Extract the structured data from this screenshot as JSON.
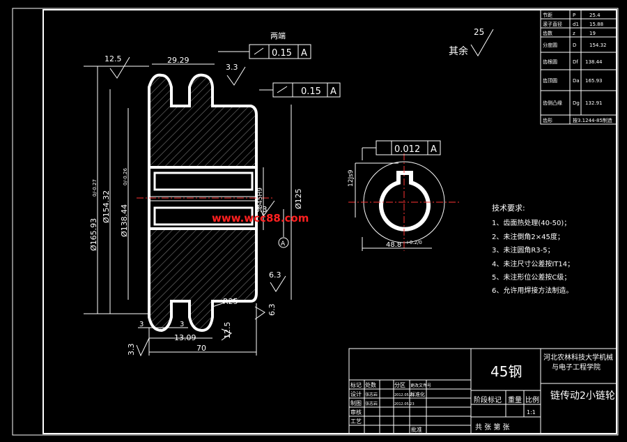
{
  "drawing": {
    "face_label": "两端",
    "runout_value_1": "0.15",
    "runout_datum_1": "A",
    "runout_value_2": "0.15",
    "runout_datum_2": "A",
    "rough_12_5": "12.5",
    "rough_3_3_top": "3.3",
    "rough_3_3_mid": "3.3",
    "rough_3_3_left": "3.3",
    "rough_6_3_right": "6.3",
    "rough_6_3_bottom": "6.3",
    "rough_25": "25",
    "rough_12_5_bottom": "12.5",
    "rest_label": "其余",
    "dim_29_29": "29.29",
    "dim_165": "Ø165.93",
    "dim_165_tol": "0/-0.27",
    "dim_154": "Ø154.32",
    "dim_138": "Ø138.44",
    "dim_138_tol": "0/-0.26",
    "dim_45H9": "Ø45H9",
    "dim_125": "Ø125",
    "dim_r25": "R25",
    "dim_3_left": "3",
    "dim_3_right": "3",
    "dim_13_09": "13.09",
    "dim_70": "70",
    "datum_a": "A",
    "key_sym_value": "0.012",
    "key_sym_datum": "A",
    "key_width": "12Js9",
    "key_depth": "48.8",
    "key_depth_tol": "+0.2/0",
    "watermark": "www.wcc88.com"
  },
  "params_table": {
    "rows": [
      {
        "name": "节距",
        "sym": "P",
        "val": "25.4"
      },
      {
        "name": "滚子直径",
        "sym": "d1",
        "val": "15.88"
      },
      {
        "name": "齿数",
        "sym": "z",
        "val": "19"
      },
      {
        "name": "分度圆",
        "sym": "D",
        "val": "154.32"
      },
      {
        "name": "齿根圆",
        "sym": "Df",
        "val": "138.44"
      },
      {
        "name": "齿顶圆",
        "sym": "Da",
        "val": "165.93"
      },
      {
        "name": "齿侧凸缘",
        "sym": "Dg",
        "val": "132.91"
      },
      {
        "name": "齿形",
        "sym": "",
        "val": "按3.1244-85制造"
      }
    ]
  },
  "tech_req": {
    "title": "技术要求:",
    "items": [
      "1、齿面热处理(40-50)；",
      "2、未注倒角2×45度；",
      "3、未注圆角R3-5；",
      "4、未注尺寸公差按IT14；",
      "5、未注形位公差按C级；",
      "6、允许用焊接方法制造。"
    ]
  },
  "title_block": {
    "material": "45钢",
    "school_line1": "河北农林科技大学机械",
    "school_line2": "与电子工程学院",
    "part_name": "链传动2小链轮",
    "scale_header": "比例",
    "scale_value": "1:1",
    "stage_label": "阶段标记",
    "weight_label": "重量",
    "sheets": "共    张 第    张",
    "rev_headers": [
      "标记",
      "处数",
      "分区",
      "更改文件号"
    ],
    "row_design": "设计",
    "row_check": "审核",
    "row_craft": "工艺",
    "row_draw": "制图",
    "designer": "张志岩",
    "design_date": "2012.05.23",
    "checker": "张志岩",
    "check_date": "2012.05.23",
    "standardization": "标准化",
    "approve": "批准"
  }
}
